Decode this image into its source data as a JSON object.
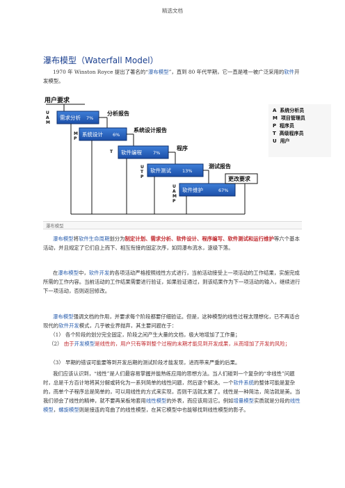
{
  "header": {
    "text": "精选文档"
  },
  "title": "瀑布模型（Waterfall Model）",
  "intro": {
    "p1": "1970 年 Winston Royce 提出了著名的“",
    "p1_link": "瀑布模型",
    "p1_end": "”，直到 80 年代早期，它一直是唯一被广泛采用的",
    "p1_link2": "软件",
    "p1_end2": "开发模型。"
  },
  "diagram": {
    "top_label": "用户要求",
    "stages": [
      {
        "label": "需求分析",
        "pct": "7%",
        "output": "分析报告"
      },
      {
        "label": "系统设计",
        "pct": "6%",
        "output": "系统设计报告"
      },
      {
        "label": "软件编程",
        "pct": "7%",
        "output": "程序"
      },
      {
        "label": "软件测试",
        "pct": "13%",
        "output": "测试报告"
      },
      {
        "label": "软件维护",
        "pct": "67%",
        "output": "更改要求"
      }
    ],
    "side_letters": [
      "U",
      "A",
      "M",
      "M",
      "P",
      "T",
      "U",
      "T",
      "P",
      "U",
      "A",
      "M",
      "P"
    ]
  },
  "legend": {
    "items": [
      {
        "key": "A",
        "text": "系统分析员"
      },
      {
        "key": "M",
        "text": "项目管理员"
      },
      {
        "key": "P",
        "text": "程序员"
      },
      {
        "key": "T",
        "text": "高级程序员"
      },
      {
        "key": "U",
        "text": "用户"
      }
    ]
  },
  "caption": "瀑布模型",
  "p2": {
    "a": "瀑布模型",
    "b": "将",
    "c": "软件生命周期",
    "d": "划分为",
    "e": "制定计划、需求分析、软件设计、程序编写、软件测试和运行维护",
    "f": "等六个基本活动，并且规定了它们自上而下、相互衔接的固定次序，如同瀑布流水，逐级下落。"
  },
  "p3": {
    "a": "在",
    "b": "瀑布模型",
    "c": "中，",
    "d": "软件开发",
    "e": "的各项活动严格按照线性方式进行，当前活动接受上一项活动的工作结果，实施完成所需的工作内容。当前活动的工作结果需要进行验证，如果验证通过，则该结果作为下一项活动的输入，继续进行下一项活动，否则返回修改。"
  },
  "p4": {
    "a": "瀑布模型",
    "b": "强调文档的作用，并要求每个阶段都要仔细验证。但是，这种模型的线性过程太理想化，已不再适合现代的",
    "c": "软件开发",
    "d": "模式，几乎被业界抛弃，其主要问题在于："
  },
  "list": [
    {
      "num": "（1）",
      "text": "各个阶段的划分完全固定，阶段之间产生大量的文档，极大地增加了工作量；"
    },
    {
      "num": "（2）",
      "text_a": "由于",
      "text_b": "开发模型",
      "text_c": "是线性的，用户只有等到整个过程的末期才能见到开发成果，从而增加了开发的风险；"
    },
    {
      "num": "（3）",
      "text": "早期的错误可能要等到开发后期的测试阶段才能发现，进而带来严重的后果。"
    }
  ],
  "p5": {
    "a": "我们应该认识到，“线性”是人们最容易掌握并能熟练应用的思想方法。当人们碰到一个复杂的“非线性”问题时，总是千方百计地将其分解或转化为一系列简单的线性问题，然后逐个解决。一个",
    "b": "软件系统",
    "c": "的整体可能是复杂的，而单个子程序总是简单的，可以用线性的方式来实现，否则干活就太累了。线性是一种简洁，简洁就是美。当我们领会了线性的精神，就不要再呆板地套用",
    "d": "线性模型",
    "e": "的外表，而应该用活它。例如",
    "f": "增量模型",
    "g": "实质就是分段的",
    "h": "线性模型",
    "i": "，",
    "j": "螺旋模型",
    "k": "则是接连的弯曲了的线性模型，在其它模型中也能够找到线性模型的影子。"
  }
}
